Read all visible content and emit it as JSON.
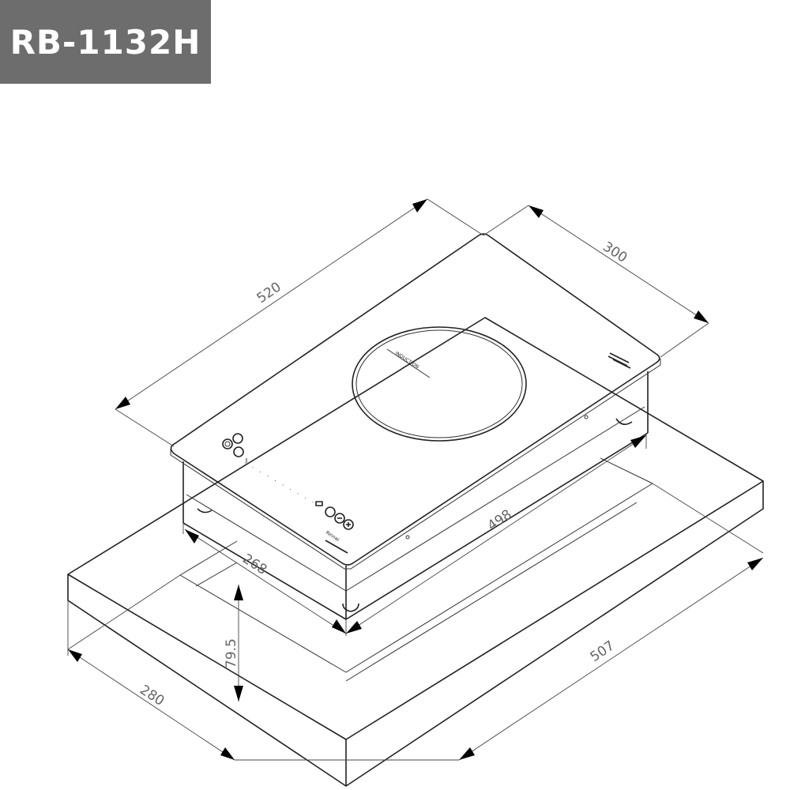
{
  "model": "RB-1132H",
  "zone_label": "INDUCTION",
  "brand_label": "Rinnai",
  "dimensions": {
    "top_length": "520",
    "top_width": "300",
    "body_length": "498",
    "body_width": "268",
    "body_height": "79.5",
    "cutout_length": "507",
    "cutout_width": "280"
  }
}
